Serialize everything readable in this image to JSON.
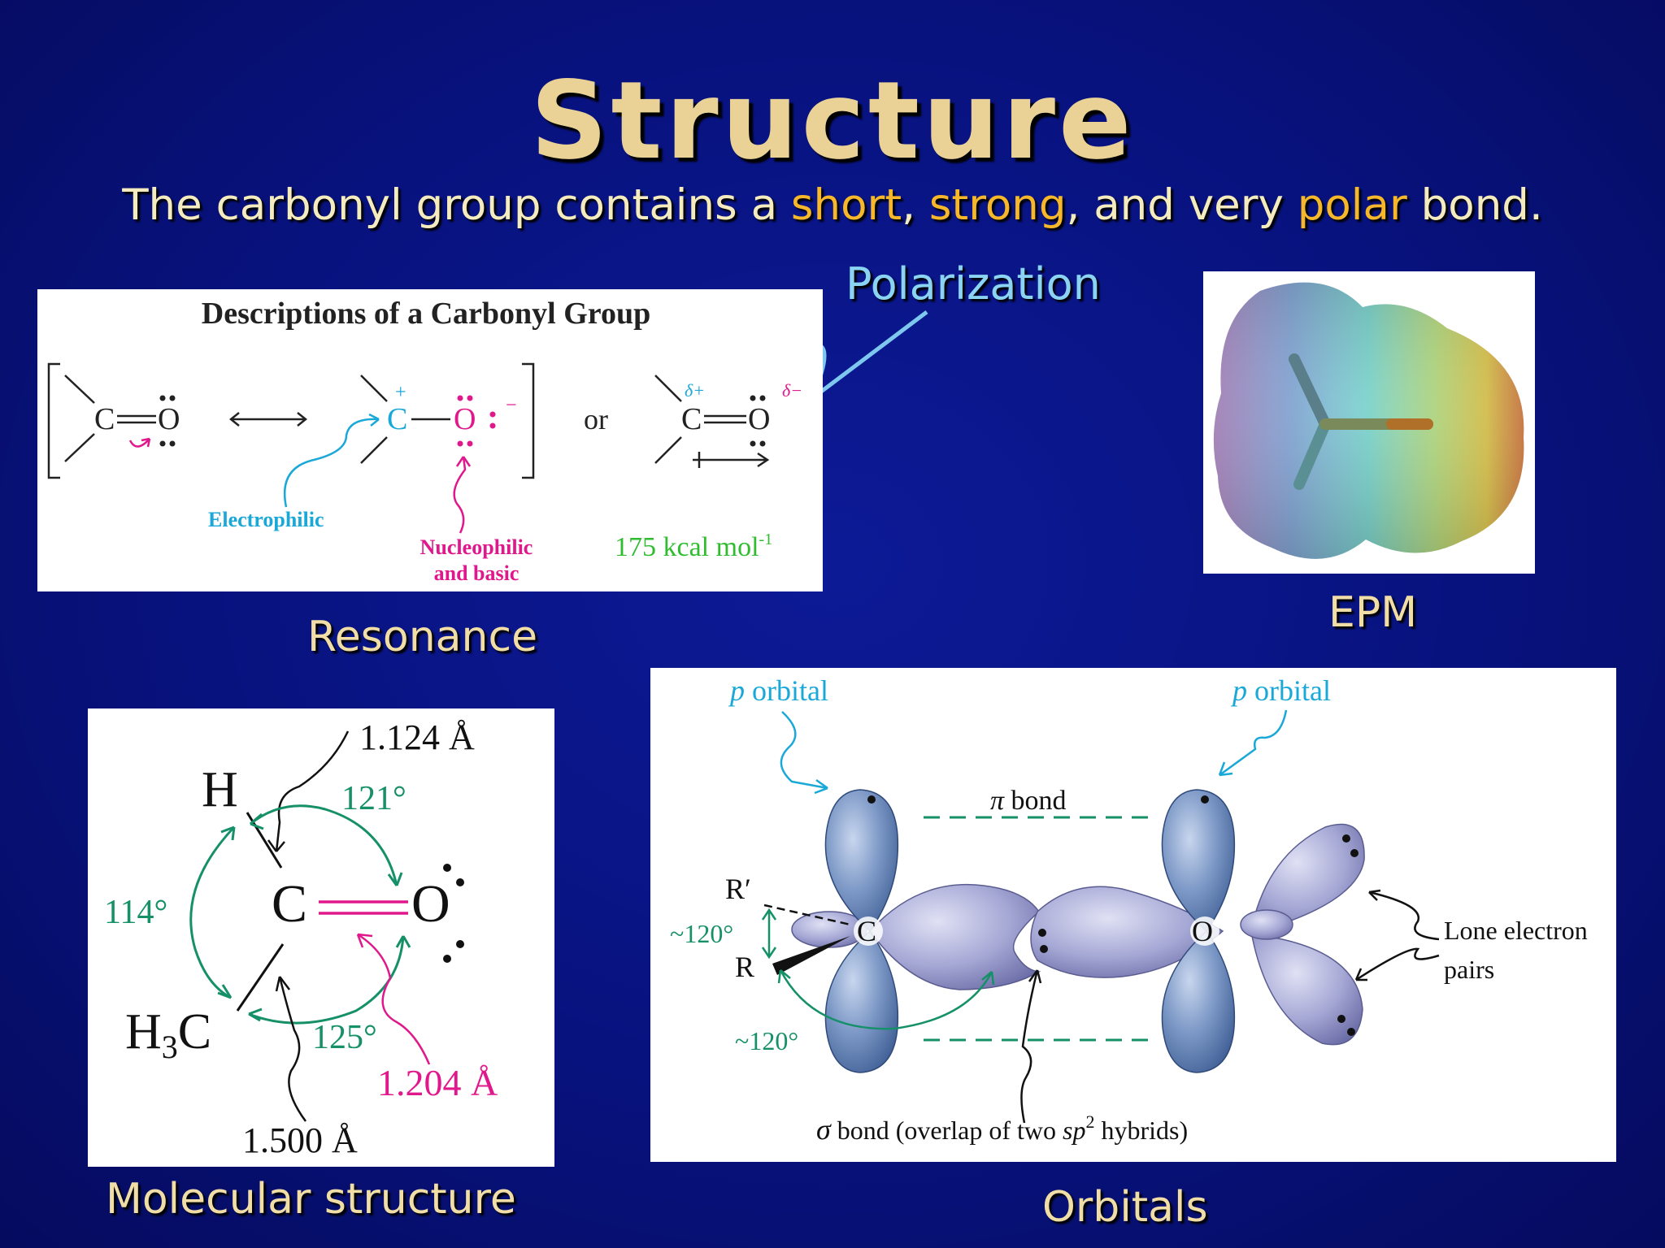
{
  "slide": {
    "title": "Structure",
    "subtitle": {
      "part1": "The carbonyl group contains a ",
      "word_short": "short",
      "sep1": ", ",
      "word_strong": "strong",
      "part2": ", and very ",
      "word_polar": "polar",
      "part3": " bond."
    },
    "callout_polarization": "Polarization",
    "captions": {
      "resonance": "Resonance",
      "epm": "EPM",
      "molecular": "Molecular structure",
      "orbitals": "Orbitals"
    }
  },
  "resonance_figure": {
    "heading": "Descriptions of a Carbonyl Group",
    "atom_c": "C",
    "atom_o": "O",
    "or": "or",
    "plus": "+",
    "minus": "−",
    "delta_plus": "δ+",
    "delta_minus": "δ−",
    "electrophilic": "Electrophilic",
    "nucleophilic_line1": "Nucleophilic",
    "nucleophilic_line2": "and basic",
    "energy": "175 kcal mol",
    "energy_sup": "-1"
  },
  "molecular_structure": {
    "atom_h": "H",
    "atom_c": "C",
    "atom_o": "O",
    "atom_h3c": "H",
    "atom_h3c_sub": "3",
    "atom_h3c_c": "C",
    "len_ch": "1.124 Å",
    "len_co": "1.204 Å",
    "len_cc": "1.500 Å",
    "angle_121": "121°",
    "angle_114": "114°",
    "angle_125": "125°"
  },
  "orbitals": {
    "p_orbital_left": "p",
    "p_orbital_left_rest": " orbital",
    "p_orbital_right": "p",
    "p_orbital_right_rest": " orbital",
    "pi_bond_symbol": "π",
    "pi_bond_rest": " bond",
    "r_prime": "R′",
    "r": "R",
    "angle_top": "~120°",
    "angle_bottom": "~120°",
    "atom_c": "C",
    "atom_o": "O",
    "lone_pairs_line1": "Lone electron",
    "lone_pairs_line2": "pairs",
    "sigma_symbol": "σ",
    "sigma_text": " bond (overlap of two ",
    "sigma_sp": "sp",
    "sigma_sup": "2",
    "sigma_end": " hybrids)"
  },
  "colors": {
    "background": "#08127e",
    "title": "#ead297",
    "highlight": "#f6b72a",
    "polarization": "#8ad3f2",
    "cyan_label": "#1aa8d8",
    "magenta_label": "#e0188c",
    "green_label": "#2fbd2f",
    "teal_angle": "#159068",
    "lobe_blue": "#6f8ec0",
    "lobe_lavender": "#a7a9d6"
  }
}
